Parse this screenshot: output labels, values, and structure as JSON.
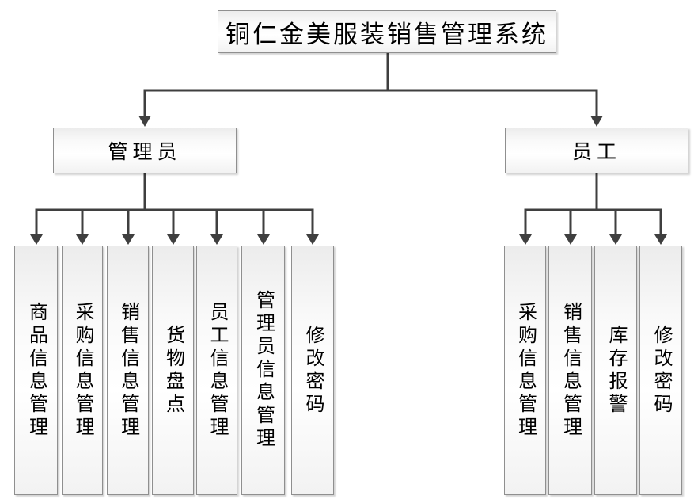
{
  "diagram": {
    "title": "铜仁金美服装销售管理系统",
    "branches": [
      {
        "label": "管理员",
        "children": [
          "商品信息管理",
          "采购信息管理",
          "销售信息管理",
          "货物盘点",
          "员工信息管理",
          "管理员信息管理",
          "修改密码"
        ]
      },
      {
        "label": "员工",
        "children": [
          "采购信息管理",
          "销售信息管理",
          "库存报警",
          "修改密码"
        ]
      }
    ],
    "colors": {
      "connector": "#3f3f3f",
      "box_border": "#8f8f8f",
      "box_fill": "#f2f2f2",
      "background": "#ffffff",
      "text": "#000000"
    }
  }
}
